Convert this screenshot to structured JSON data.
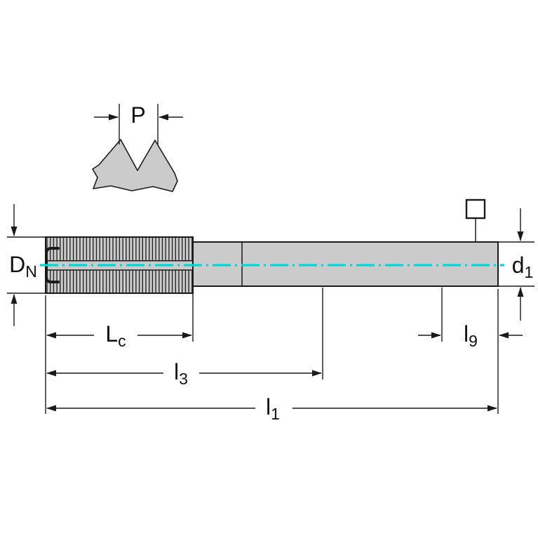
{
  "diagram": {
    "colors": {
      "line": "#1a1a1a",
      "fill": "#cbcbcb",
      "centerline": "#00d8d8",
      "background": "#ffffff"
    },
    "labels": {
      "p": {
        "main": "P",
        "sub": ""
      },
      "dn": {
        "main": "D",
        "sub": "N"
      },
      "d1": {
        "main": "d",
        "sub": "1"
      },
      "lc": {
        "main": "L",
        "sub": "c"
      },
      "l3": {
        "main": "l",
        "sub": "3"
      },
      "l1": {
        "main": "l",
        "sub": "1"
      },
      "l9": {
        "main": "l",
        "sub": "9"
      }
    }
  }
}
